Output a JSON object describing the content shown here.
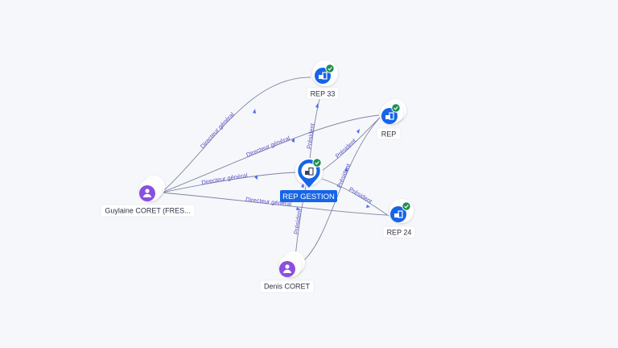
{
  "nodes": [
    {
      "id": "rep_gestion",
      "label": "REP GESTION",
      "kind": "company",
      "main": true,
      "verified": true,
      "icon": "building-icon"
    },
    {
      "id": "rep33",
      "label": "REP 33",
      "kind": "company",
      "verified": true,
      "icon": "building-icon"
    },
    {
      "id": "rep",
      "label": "REP",
      "kind": "company",
      "verified": true,
      "icon": "building-icon"
    },
    {
      "id": "rep24",
      "label": "REP 24",
      "kind": "company",
      "verified": true,
      "icon": "building-icon"
    },
    {
      "id": "guylaine",
      "label": "Guylaine CORET (FRES...",
      "kind": "person",
      "icon": "person-icon"
    },
    {
      "id": "denis",
      "label": "Denis CORET",
      "kind": "person",
      "icon": "person-icon"
    }
  ],
  "edges": [
    {
      "id": "e1",
      "from": "guylaine",
      "to": "rep33",
      "label": "Directeur général"
    },
    {
      "id": "e2",
      "from": "guylaine",
      "to": "rep",
      "label": "Directeur général"
    },
    {
      "id": "e3",
      "from": "guylaine",
      "to": "rep_gestion",
      "label": "Directeur général"
    },
    {
      "id": "e4",
      "from": "guylaine",
      "to": "rep24",
      "label": "Directeur général"
    },
    {
      "id": "e5",
      "from": "rep_gestion",
      "to": "rep33",
      "label": "Président"
    },
    {
      "id": "e6",
      "from": "rep_gestion",
      "to": "rep",
      "label": "Président"
    },
    {
      "id": "e7",
      "from": "rep_gestion",
      "to": "rep24",
      "label": "Président"
    },
    {
      "id": "e8",
      "from": "denis",
      "to": "rep_gestion",
      "label": "Président"
    },
    {
      "id": "e9",
      "from": "denis",
      "to": "rep",
      "label": "Président"
    }
  ],
  "colors": {
    "company": "#1665e8",
    "person": "#8b4fe0",
    "verified": "#1e8e4e",
    "edge": "#7d86a3",
    "edge_label": "#5b4fc9"
  }
}
